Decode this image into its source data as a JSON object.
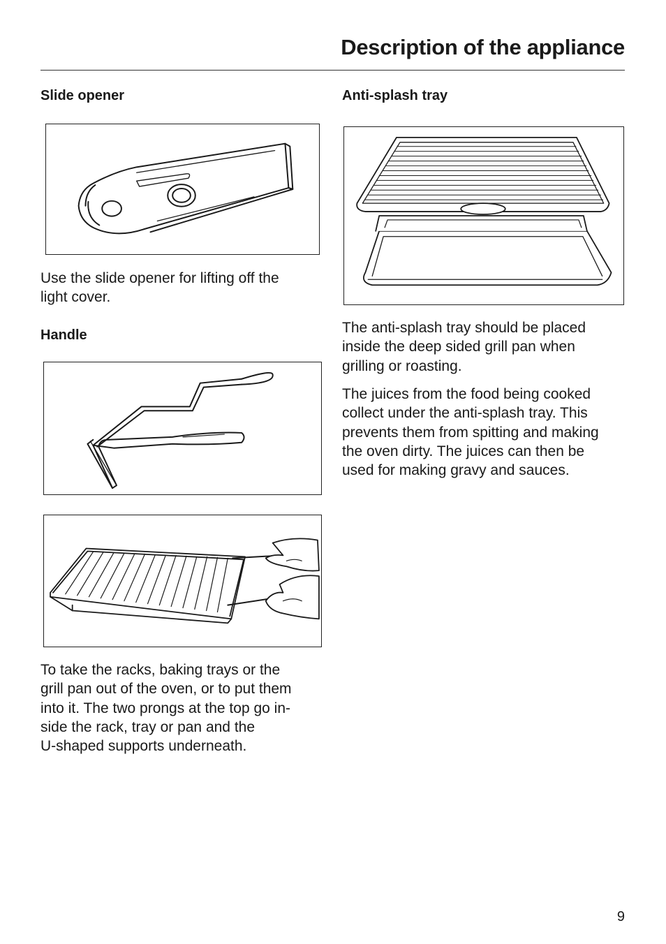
{
  "header": {
    "title": "Description of the appliance"
  },
  "left": {
    "slide_opener": {
      "heading": "Slide opener",
      "text_lines": [
        "Use the slide opener for lifting off the",
        "light cover."
      ]
    },
    "handle": {
      "heading": "Handle",
      "text_lines": [
        "To take the racks, baking trays or the",
        "grill pan out of the oven, or to put them",
        "into it. The two prongs at the top go in-",
        "side the rack, tray or pan and the",
        "U-shaped supports underneath."
      ]
    }
  },
  "right": {
    "anti_splash": {
      "heading": "Anti-splash tray",
      "para1_lines": [
        "The anti-splash tray should be placed",
        "inside the deep sided grill pan when",
        "grilling or roasting."
      ],
      "para2_lines": [
        "The juices from the food being cooked",
        "collect under the anti-splash tray. This",
        "prevents them from spitting and making",
        "the oven dirty. The juices can then be",
        "used for making gravy and sauces."
      ]
    }
  },
  "footer": {
    "page_number": "9"
  },
  "icons": {
    "slide_opener": "slide-opener-illustration",
    "handle": "handle-illustration",
    "handle_in_use": "handle-lifting-rack-illustration",
    "anti_splash": "anti-splash-tray-illustration"
  }
}
